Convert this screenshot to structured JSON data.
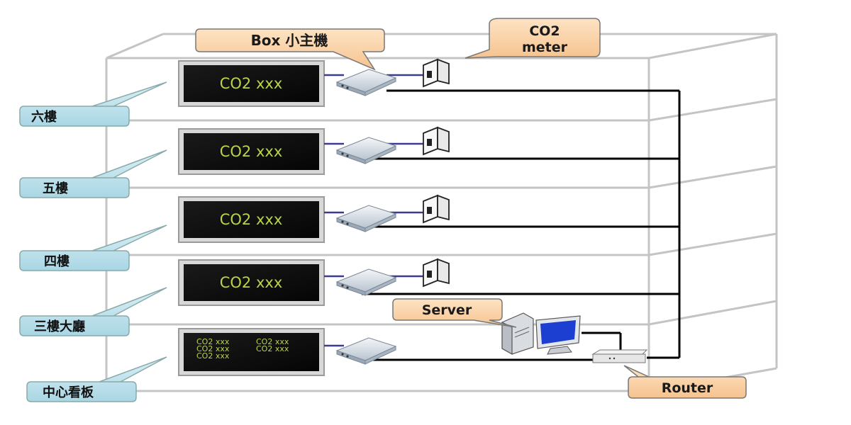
{
  "callouts": {
    "box": "Box 小主機",
    "co2_line1": "CO2",
    "co2_line2": "meter",
    "server": "Server",
    "router": "Router"
  },
  "floors": [
    {
      "label": "六樓",
      "display": "CO2 xxx"
    },
    {
      "label": "五樓",
      "display": "CO2 xxx"
    },
    {
      "label": "四樓",
      "display": "CO2 xxx"
    },
    {
      "label": "三樓大廳",
      "display": "CO2 xxx"
    }
  ],
  "center_board": {
    "label": "中心看板",
    "cells": [
      "CO2 xxx",
      "CO2 xxx",
      "CO2 xxx",
      "CO2 xxx",
      "CO2 xxx"
    ]
  },
  "colors": {
    "callout_fill": "#fad4a8",
    "label_fill": "#c4e4ee",
    "screen_text": "#b8d44a",
    "frame_line": "#bdbdbd",
    "cable_black": "#000000",
    "cable_blue": "#3b3b8f"
  }
}
